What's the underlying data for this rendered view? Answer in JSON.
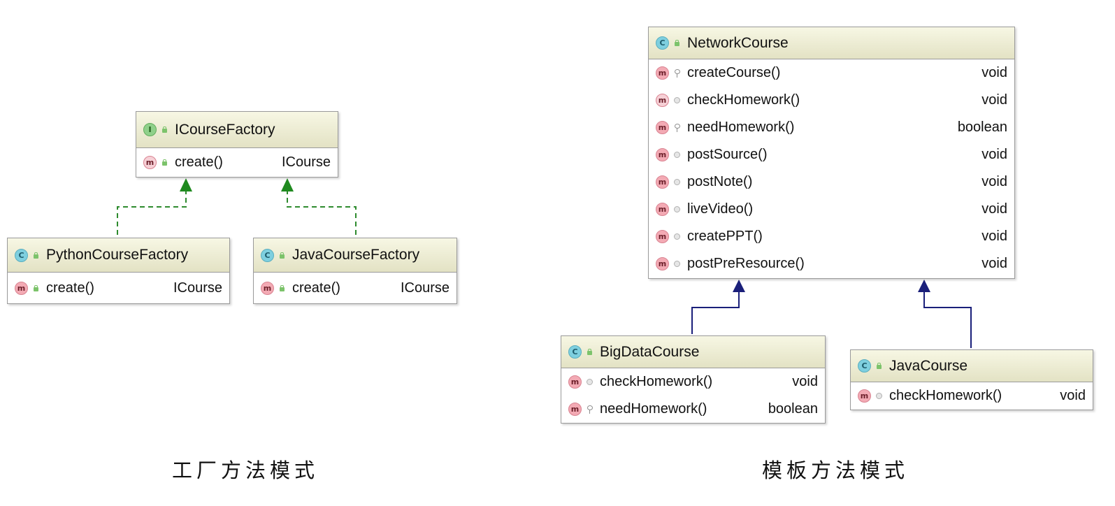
{
  "factory": {
    "interface": {
      "name": "ICourseFactory",
      "kind": "I",
      "methods": [
        {
          "name": "create()",
          "returns": "ICourse",
          "kind": "m"
        }
      ]
    },
    "python": {
      "name": "PythonCourseFactory",
      "kind": "C",
      "methods": [
        {
          "name": "create()",
          "returns": "ICourse",
          "kind": "m"
        }
      ]
    },
    "java": {
      "name": "JavaCourseFactory",
      "kind": "C",
      "methods": [
        {
          "name": "create()",
          "returns": "ICourse",
          "kind": "m"
        }
      ]
    },
    "caption": "工厂方法模式"
  },
  "template": {
    "base": {
      "name": "NetworkCourse",
      "kind": "C",
      "methods": [
        {
          "name": "createCourse()",
          "returns": "void",
          "kind": "m"
        },
        {
          "name": "checkHomework()",
          "returns": "void",
          "kind": "m"
        },
        {
          "name": "needHomework()",
          "returns": "boolean",
          "kind": "m"
        },
        {
          "name": "postSource()",
          "returns": "void",
          "kind": "m"
        },
        {
          "name": "postNote()",
          "returns": "void",
          "kind": "m"
        },
        {
          "name": "liveVideo()",
          "returns": "void",
          "kind": "m"
        },
        {
          "name": "createPPT()",
          "returns": "void",
          "kind": "m"
        },
        {
          "name": "postPreResource()",
          "returns": "void",
          "kind": "m"
        }
      ]
    },
    "bigdata": {
      "name": "BigDataCourse",
      "kind": "C",
      "methods": [
        {
          "name": "checkHomework()",
          "returns": "void",
          "kind": "m"
        },
        {
          "name": "needHomework()",
          "returns": "boolean",
          "kind": "m"
        }
      ]
    },
    "java": {
      "name": "JavaCourse",
      "kind": "C",
      "methods": [
        {
          "name": "checkHomework()",
          "returns": "void",
          "kind": "m"
        }
      ]
    },
    "caption": "模板方法模式"
  },
  "colors": {
    "implements_line": "#2e8b2e",
    "extends_line": "#1a1f7a",
    "header_bg": "#ebe9cf"
  }
}
